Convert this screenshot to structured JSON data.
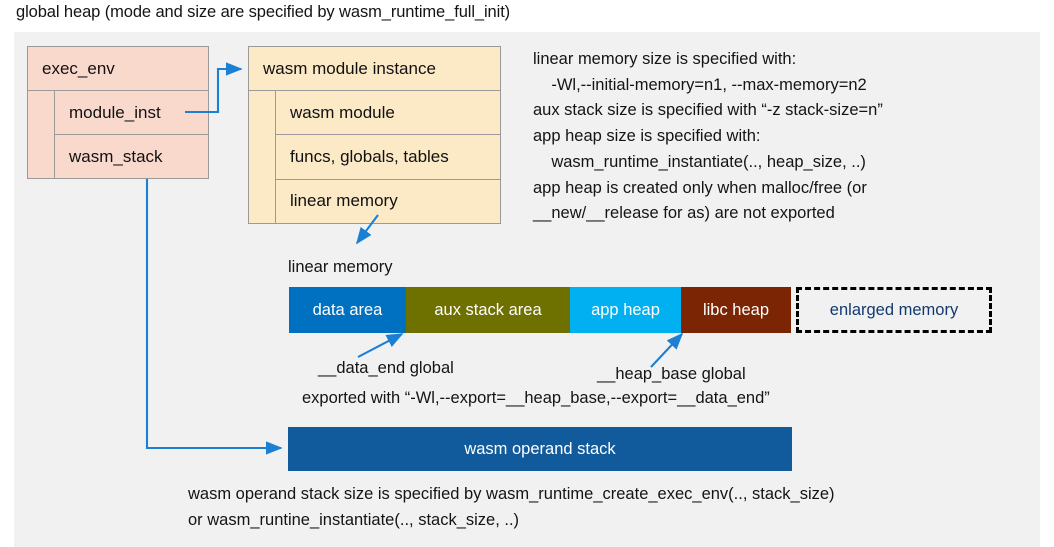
{
  "title": "global heap (mode and size are specified by wasm_runtime_full_init)",
  "exec_env": {
    "header": "exec_env",
    "rows": [
      "module_inst",
      "wasm_stack"
    ]
  },
  "module_instance": {
    "header": "wasm module instance",
    "rows": [
      "wasm module",
      "funcs, globals, tables",
      "linear memory"
    ]
  },
  "info_text": "linear memory size is specified with:\n    -Wl,--initial-memory=n1, --max-memory=n2\naux stack size is specified with “-z stack-size=n”\napp heap size is specified with:\n    wasm_runtime_instantiate(.., heap_size, ..)\napp heap is created only when malloc/free (or\n__new/__release for as) are not exported",
  "linear_memory": {
    "label": "linear memory",
    "segments": [
      {
        "label": "data area",
        "color": "#0070c0",
        "width": 117
      },
      {
        "label": "aux stack area",
        "color": "#6e7000",
        "width": 164
      },
      {
        "label": "app heap",
        "color": "#00b0f0",
        "width": 111
      },
      {
        "label": "libc heap",
        "color": "#7b2504",
        "width": 110
      },
      {
        "label": "enlarged memory",
        "color": "#f1f1f1",
        "width": 196
      }
    ]
  },
  "annotations": {
    "data_end": "__data_end global",
    "heap_base": "__heap_base global",
    "exported": "exported with “-Wl,--export=__heap_base,--export=__data_end”"
  },
  "operand_stack": {
    "label": "wasm operand stack",
    "note": "wasm operand stack size is specified by wasm_runtime_create_exec_env(.., stack_size)\nor wasm_runtine_instantiate(.., stack_size, ..)"
  },
  "colors": {
    "canvas_bg": "#f1f1f1",
    "exec_env_fill": "#fad9cd",
    "module_instance_fill": "#fce9c6",
    "connector": "#1b7fd4",
    "operand_stack_fill": "#115a9b",
    "enlarged_memory_text": "#123a70"
  }
}
